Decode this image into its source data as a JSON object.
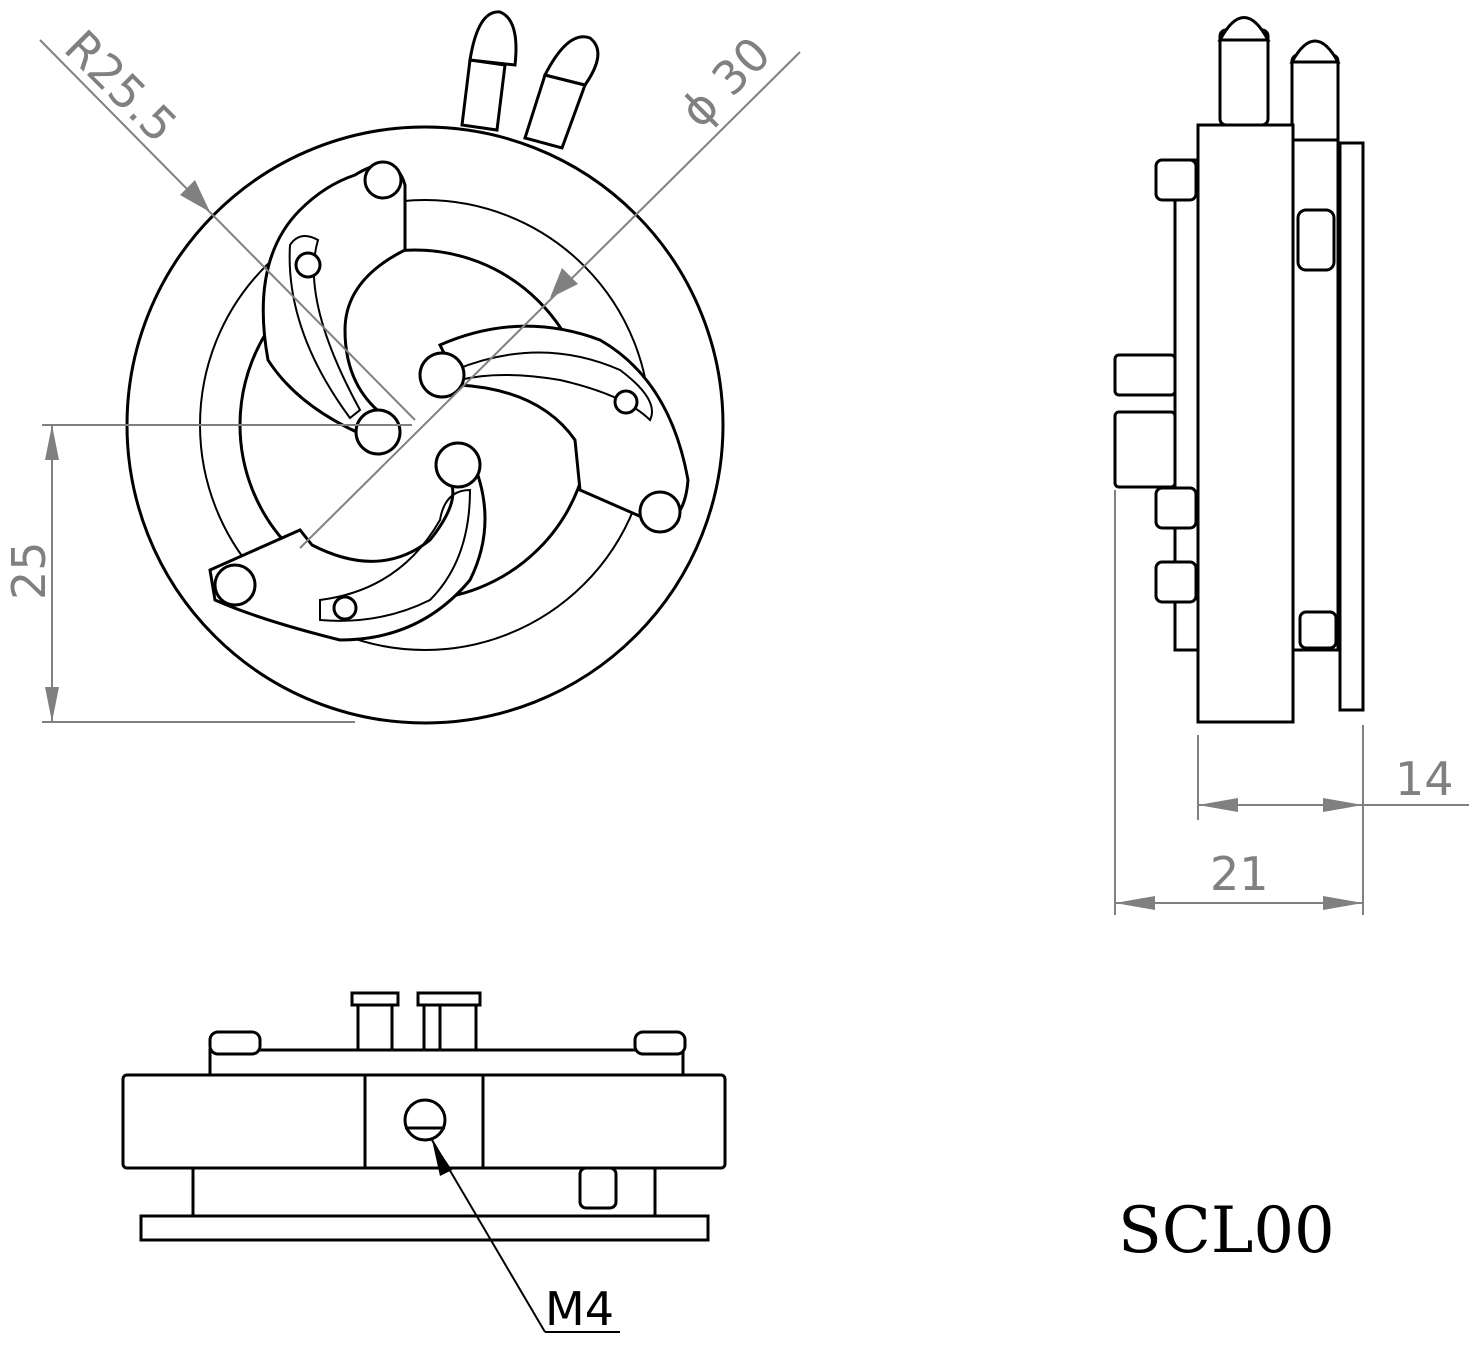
{
  "drawing": {
    "part_number": "SCL00",
    "dimensions": {
      "radius_label": "R25.5",
      "diameter_label": "ϕ 30",
      "height_label": "25",
      "thickness_plate_label": "14",
      "thickness_total_label": "21"
    },
    "callouts": {
      "thread_label": "M4"
    }
  }
}
